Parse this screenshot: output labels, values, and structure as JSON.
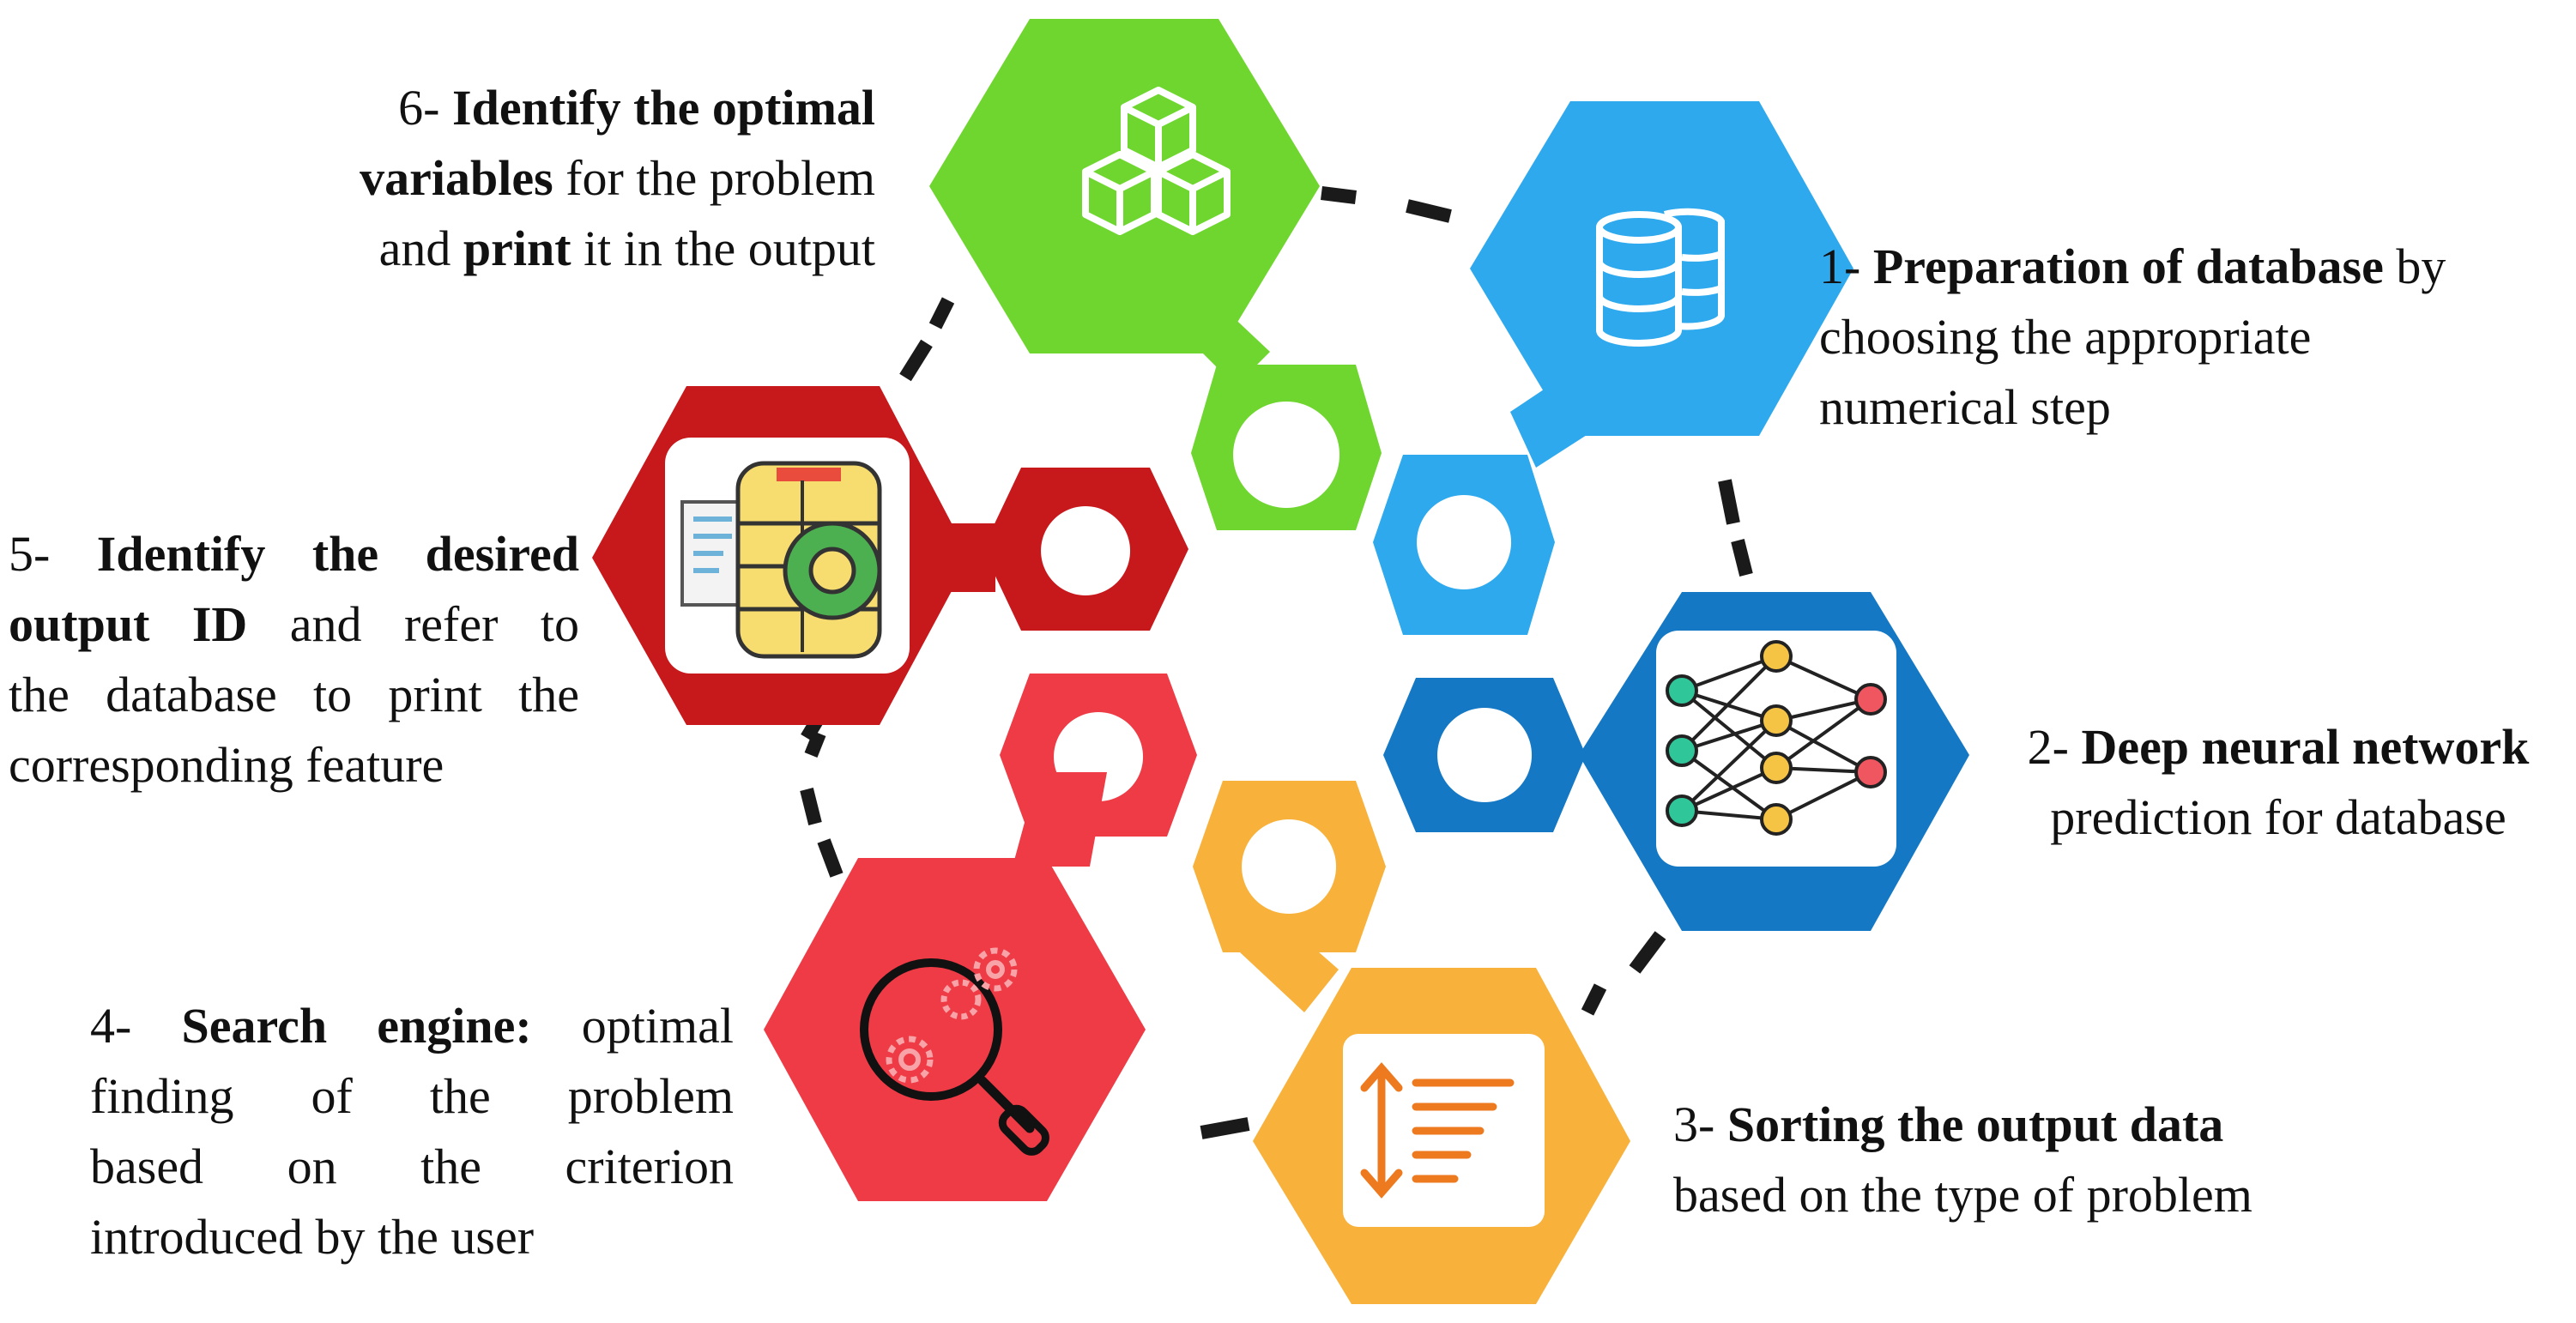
{
  "steps": [
    {
      "number": "1",
      "color": "#2EA9EE",
      "icon": "database-icon",
      "lines": [
        [
          {
            "t": "1- ",
            "b": false
          },
          {
            "t": "Preparation of database",
            "b": true
          },
          {
            "t": " by",
            "b": false
          }
        ],
        [
          {
            "t": "choosing the appropriate",
            "b": false
          }
        ],
        [
          {
            "t": "numerical step",
            "b": false
          }
        ]
      ]
    },
    {
      "number": "2",
      "color": "#1478C4",
      "icon": "neural-network-icon",
      "lines": [
        [
          {
            "t": "2- ",
            "b": false
          },
          {
            "t": "Deep neural network",
            "b": true
          }
        ],
        [
          {
            "t": "prediction for database",
            "b": false
          }
        ]
      ]
    },
    {
      "number": "3",
      "color": "#F8B13A",
      "icon": "sort-icon",
      "lines": [
        [
          {
            "t": "3- ",
            "b": false
          },
          {
            "t": "Sorting the output data",
            "b": true
          }
        ],
        [
          {
            "t": "based on the type of problem",
            "b": false
          }
        ]
      ]
    },
    {
      "number": "4",
      "color": "#EE3B45",
      "icon": "search-gears-icon",
      "lines": [
        [
          {
            "t": "4- ",
            "b": false
          },
          {
            "t": "Search engine:",
            "b": true
          },
          {
            "t": " optimal",
            "b": false
          }
        ],
        [
          {
            "t": "finding of the problem",
            "b": false
          }
        ],
        [
          {
            "t": "based on the criterion",
            "b": false
          }
        ],
        [
          {
            "t": "introduced by the user",
            "b": false
          }
        ]
      ]
    },
    {
      "number": "5",
      "color": "#C7181C",
      "icon": "database-gear-icon",
      "lines": [
        [
          {
            "t": "5- ",
            "b": false
          },
          {
            "t": "Identify the desired",
            "b": true
          }
        ],
        [
          {
            "t": "output ID",
            "b": true
          },
          {
            "t": " and refer to",
            "b": false
          }
        ],
        [
          {
            "t": "the database to print the",
            "b": false
          }
        ],
        [
          {
            "t": "corresponding feature",
            "b": false
          }
        ]
      ]
    },
    {
      "number": "6",
      "color": "#6FD62F",
      "icon": "cubes-icon",
      "lines": [
        [
          {
            "t": "6- ",
            "b": false
          },
          {
            "t": "Identify the optimal",
            "b": true
          }
        ],
        [
          {
            "t": "variables",
            "b": true
          },
          {
            "t": " for the problem",
            "b": false
          }
        ],
        [
          {
            "t": "and ",
            "b": false
          },
          {
            "t": "print",
            "b": true
          },
          {
            "t": " it in the output",
            "b": false
          }
        ]
      ]
    }
  ],
  "connector_color": "#1a1a1a"
}
